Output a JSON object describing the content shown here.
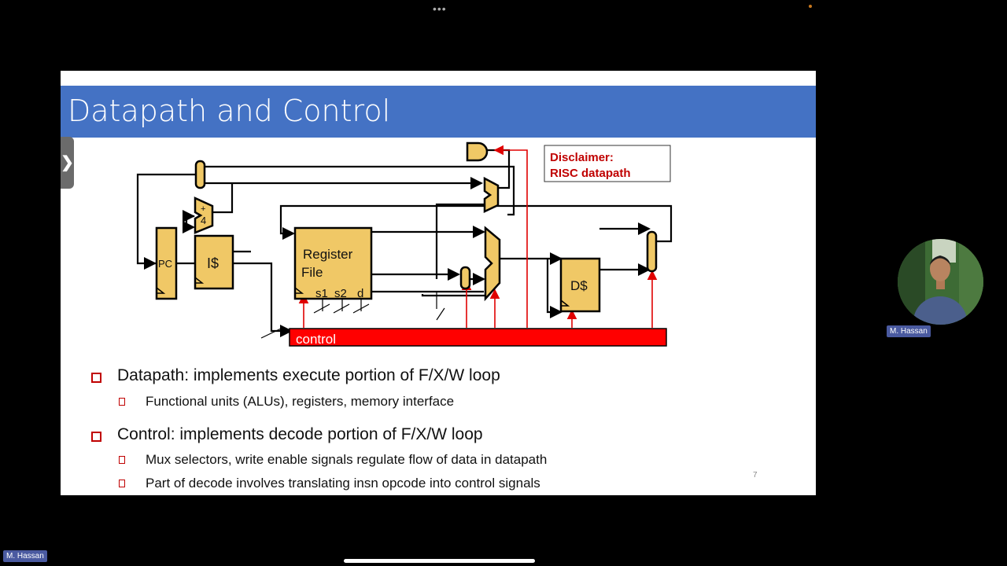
{
  "slide": {
    "title": "Datapath and Control",
    "sidebar_toggle": "❯",
    "page_number": "7",
    "disclaimer": {
      "line1": "Disclaimer:",
      "line2": "RISC datapath"
    },
    "diagram": {
      "pc": "PC",
      "icache": "I$",
      "adder": "+",
      "adder_const": "4",
      "regfile_line1": "Register",
      "regfile_line2": "File",
      "s1": "s1",
      "s2": "s2",
      "d": "d",
      "dcache": "D$",
      "control": "control"
    },
    "bullets": [
      {
        "text": "Datapath: implements execute portion of F/X/W loop",
        "sub": [
          "Functional units (ALUs), registers, memory interface"
        ]
      },
      {
        "text": "Control: implements decode portion of F/X/W loop",
        "sub": [
          "Mux selectors, write enable signals regulate flow of data in datapath",
          "Part of decode involves translating insn opcode into control signals"
        ]
      }
    ]
  },
  "participant": {
    "name": "M. Hassan"
  },
  "overlay": {
    "menu_dots": "•••"
  },
  "colors": {
    "title_bar": "#4472c4",
    "bullet_red": "#c00000",
    "unit_fill": "#f0c866",
    "control_red": "#ff0000"
  }
}
